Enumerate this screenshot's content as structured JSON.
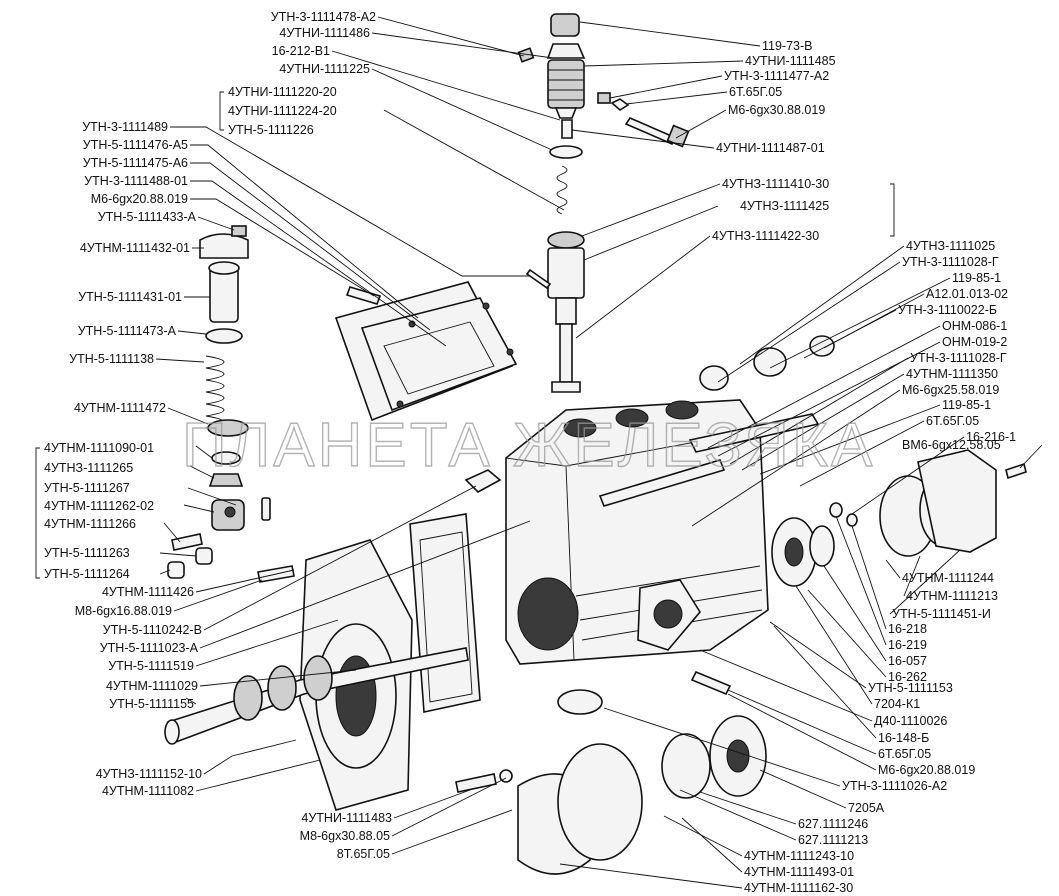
{
  "watermark": "ПЛАНЕТА ЖЕЛЕЗЯКА",
  "labels": {
    "l01": "УТН-3-1111478-А2",
    "l02": "4УТНИ-1111486",
    "l03": "16-212-В1",
    "l04": "4УТНИ-1111225",
    "l05": "4УТНИ-1111220-20",
    "l06": "4УТНИ-1111224-20",
    "l07": "УТН-5-1111226",
    "l08": "УТН-3-1111489",
    "l09": "УТН-5-1111476-А5",
    "l10": "УТН-5-1111475-А6",
    "l11": "УТН-3-1111488-01",
    "l12": "М6-6gx20.88.019",
    "l13": "УТН-5-1111433-А",
    "l14": "4УТНМ-1111432-01",
    "l15": "УТН-5-1111431-01",
    "l16": "УТН-5-1111473-А",
    "l17": "УТН-5-1111138",
    "l18": "4УТНМ-1111472",
    "l19": "4УТНМ-1111090-01",
    "l20": "4УТНЗ-1111265",
    "l21": "УТН-5-1111267",
    "l22": "4УТНМ-1111262-02",
    "l23": "4УТНМ-1111266",
    "l24": "УТН-5-1111263",
    "l25": "УТН-5-1111264",
    "l26": "4УТНМ-1111426",
    "l27": "М8-6gx16.88.019",
    "l28": "УТН-5-1110242-В",
    "l29": "УТН-5-1111023-А",
    "l30": "УТН-5-1111519",
    "l31": "4УТНМ-1111029",
    "l32": "УТН-5-1111155",
    "l33": "4УТНЗ-1111152-10",
    "l34": "4УТНМ-1111082",
    "l35": "4УТНИ-1111483",
    "l36": "М8-6gx30.88.05",
    "l37": "8Т.65Г.05",
    "r01": "119-73-В",
    "r02": "4УТНИ-1111485",
    "r03": "УТН-3-1111477-А2",
    "r04": "6Т.65Г.05",
    "r05": "М6-6gx30.88.019",
    "r06": "4УТНИ-1111487-01",
    "r07": "4УТНЗ-1111410-30",
    "r08": "4УТНЗ-1111425",
    "r09": "4УТНЗ-1111422-30",
    "r10": "4УТНЗ-1111025",
    "r11": "УТН-3-1111028-Г",
    "r12": "119-85-1",
    "r13": "А12.01.013-02",
    "r14": "УТН-3-1110022-Б",
    "r15": "ОНМ-086-1",
    "r16": "ОНМ-019-2",
    "r17": "УТН-3-1111028-Г",
    "r18": "4УТНМ-1111350",
    "r19": "М6-6gx25.58.019",
    "r20": "119-85-1",
    "r21": "6Т.65Г.05",
    "r22": "16-216-1",
    "r23": "ВМ6-6gx12.58.05",
    "r24": "4УТНМ-1111244",
    "r25": "4УТНМ-1111213",
    "r26": "УТН-5-1111451-И",
    "r27": "16-218",
    "r28": "16-219",
    "r29": "16-057",
    "r30": "16-262",
    "r31": "УТН-5-1111153",
    "r32": "7204-К1",
    "r33": "Д40-1110026",
    "r34": "16-148-Б",
    "r35": "6Т.65Г.05",
    "r36": "М6-6gx20.88.019",
    "r37": "УТН-3-1111026-А2",
    "b01": "7205А",
    "b02": "627.1111246",
    "b03": "627.1111213",
    "b04": "4УТНМ-1111243-10",
    "b05": "4УТНМ-1111493-01",
    "b06": "4УТНМ-1111162-30"
  }
}
